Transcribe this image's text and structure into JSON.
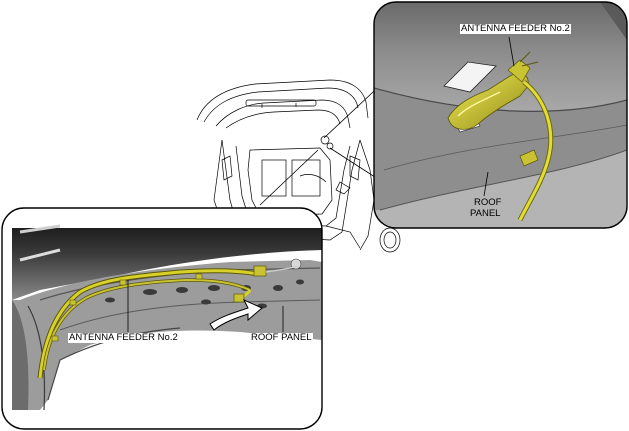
{
  "labels": {
    "inset_feeder": "ANTENNA FEEDER No.2",
    "inset_roof_line1": "ROOF",
    "inset_roof_line2": "PANEL",
    "main_feeder": "ANTENNA FEEDER No.2",
    "main_roof": "ROOF PANEL"
  },
  "colors": {
    "feeder": "#d8d12a",
    "feeder_dark": "#6e6a10",
    "roof_panel": "#9a9a9a",
    "roof_dark": "#3c3c3c",
    "line": "#000000"
  },
  "icons": [
    "rotation-arrow-icon"
  ]
}
